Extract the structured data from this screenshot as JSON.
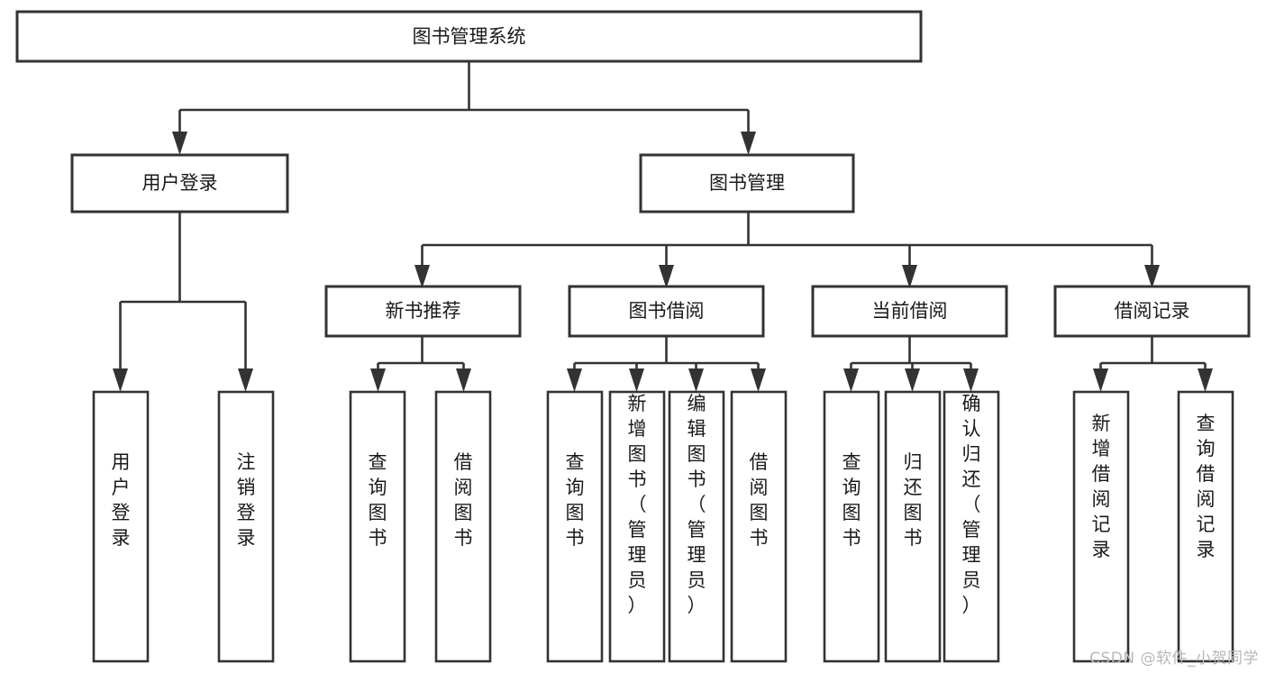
{
  "diagram": {
    "type": "tree-hierarchy",
    "title": "图书管理系统",
    "watermark": "CSDN @软件_小贺同学",
    "colors": {
      "box_stroke": "#333333",
      "box_fill": "#ffffff",
      "connector": "#333333",
      "text": "#1a1a1a",
      "background": "#ffffff",
      "watermark": "#b8b8b8"
    },
    "root": {
      "label": "图书管理系统",
      "orientation": "horizontal"
    },
    "level2": [
      {
        "label": "用户登录",
        "orientation": "horizontal"
      },
      {
        "label": "图书管理",
        "orientation": "horizontal"
      }
    ],
    "level3": [
      {
        "label": "新书推荐",
        "orientation": "horizontal"
      },
      {
        "label": "图书借阅",
        "orientation": "horizontal"
      },
      {
        "label": "当前借阅",
        "orientation": "horizontal"
      },
      {
        "label": "借阅记录",
        "orientation": "horizontal"
      }
    ],
    "leaves": {
      "user_login": [
        {
          "label": "用户登录",
          "orientation": "vertical"
        },
        {
          "label": "注销登录",
          "orientation": "vertical"
        }
      ],
      "new_book_recommend": [
        {
          "label": "查询图书",
          "orientation": "vertical"
        },
        {
          "label": "借阅图书",
          "orientation": "vertical"
        }
      ],
      "book_borrow": [
        {
          "label": "查询图书",
          "orientation": "vertical"
        },
        {
          "label": "新增图书（管理员）",
          "orientation": "vertical"
        },
        {
          "label": "编辑图书（管理员）",
          "orientation": "vertical"
        },
        {
          "label": "借阅图书",
          "orientation": "vertical"
        }
      ],
      "current_borrow": [
        {
          "label": "查询图书",
          "orientation": "vertical"
        },
        {
          "label": "归还图书",
          "orientation": "vertical"
        },
        {
          "label": "确认归还（管理员）",
          "orientation": "vertical"
        }
      ],
      "borrow_record": [
        {
          "label": "新增借阅记录",
          "orientation": "vertical"
        },
        {
          "label": "查询借阅记录",
          "orientation": "vertical"
        }
      ]
    }
  }
}
